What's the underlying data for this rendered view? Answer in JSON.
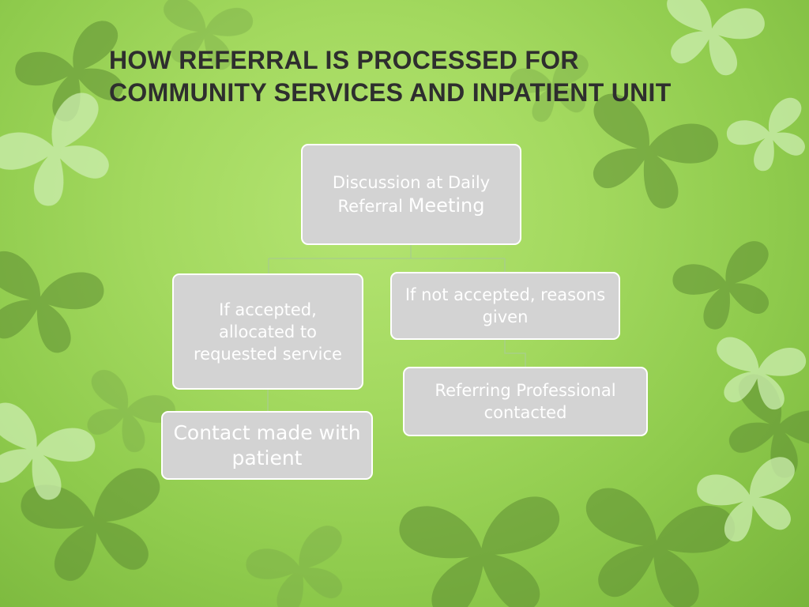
{
  "slide": {
    "title": "HOW REFERRAL IS PROCESSED FOR COMMUNITY SERVICES AND INPATIENT UNIT"
  },
  "diagram": {
    "root": {
      "label_part1": "Discussion at Daily Referral ",
      "label_part2": "Meeting"
    },
    "accepted": {
      "label": "If accepted, allocated to requested service"
    },
    "not_accepted": {
      "label": "If not accepted, reasons given"
    },
    "contact_patient": {
      "label": "Contact made with patient"
    },
    "referring_professional": {
      "label": "Referring Professional contacted"
    }
  },
  "colors": {
    "background": "#a3d95f",
    "node_fill": "#d3d3d3",
    "node_text": "#ffffff",
    "title_text": "#2e2e2e",
    "connector": "#a8cf86"
  },
  "decor": {
    "motif": "butterfly-silhouettes"
  }
}
